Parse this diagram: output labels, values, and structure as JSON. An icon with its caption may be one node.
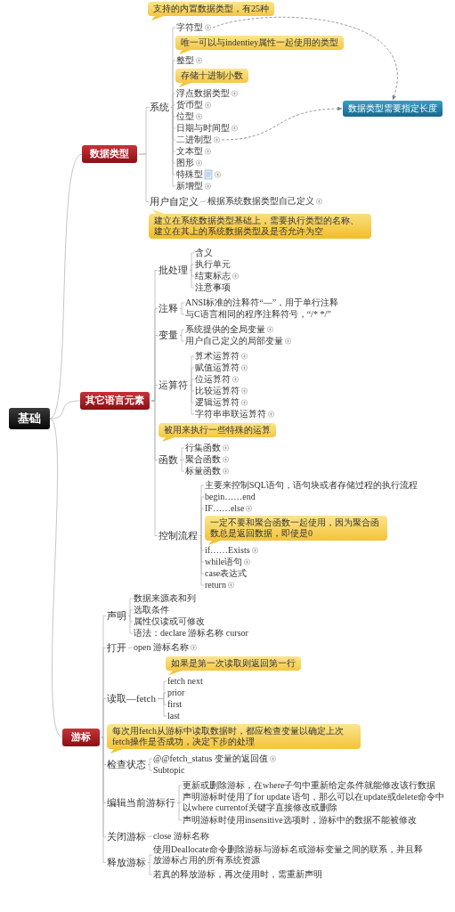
{
  "diagram": {
    "nodes": [
      {
        "text": [
          "基础"
        ]
      },
      {
        "text": [
          "数据类型"
        ]
      },
      {
        "text": [
          "支持的内置数据类型，有25种"
        ]
      },
      {
        "text": [
          "系统"
        ]
      },
      {
        "text": [
          "字符型"
        ]
      },
      {
        "text": [
          "唯一可以与indentiey属性一起使用的类型"
        ]
      },
      {
        "text": [
          "整型"
        ]
      },
      {
        "text": [
          "存储十进制小数"
        ]
      },
      {
        "text": [
          "浮点数据类型"
        ]
      },
      {
        "text": [
          "货币型"
        ]
      },
      {
        "text": [
          "位型"
        ]
      },
      {
        "text": [
          "日期与时间型"
        ]
      },
      {
        "text": [
          "二进制型"
        ]
      },
      {
        "text": [
          "文本型"
        ]
      },
      {
        "text": [
          "图形"
        ]
      },
      {
        "text": [
          "特殊型"
        ]
      },
      {
        "text": [
          "新增型"
        ]
      },
      {
        "text": [
          "数据类型需要指定长度"
        ]
      },
      {
        "text": [
          "用户自定义"
        ]
      },
      {
        "text": [
          "根据系统数据类型自己定义"
        ]
      },
      {
        "text": [
          "建立在系统数据类型基础上，需要执行类型的名称、建立在其上的系统数据类型及是否允许为空"
        ]
      },
      {
        "text": [
          "其它语言元素"
        ]
      },
      {
        "text": [
          "批处理"
        ]
      },
      {
        "text": [
          "含义"
        ]
      },
      {
        "text": [
          "执行单元"
        ]
      },
      {
        "text": [
          "结束标志"
        ]
      },
      {
        "text": [
          "注意事项"
        ]
      },
      {
        "text": [
          "注释"
        ]
      },
      {
        "text": [
          "ANSI标准的注释符“—”，用于单行注释"
        ]
      },
      {
        "text": [
          "与C语言相同的程序注释符号，“/* */”"
        ]
      },
      {
        "text": [
          "变量"
        ]
      },
      {
        "text": [
          "系统提供的全局变量"
        ]
      },
      {
        "text": [
          "用户自己定义的局部变量"
        ]
      },
      {
        "text": [
          "运算符"
        ]
      },
      {
        "text": [
          "算术运算符"
        ]
      },
      {
        "text": [
          "赋值运算符"
        ]
      },
      {
        "text": [
          "位运算符"
        ]
      },
      {
        "text": [
          "比较运算符"
        ]
      },
      {
        "text": [
          "逻辑运算符"
        ]
      },
      {
        "text": [
          "字符串串联运算符"
        ]
      },
      {
        "text": [
          "被用来执行一些特殊的运算"
        ]
      },
      {
        "text": [
          "函数"
        ]
      },
      {
        "text": [
          "行集函数"
        ]
      },
      {
        "text": [
          "聚合函数"
        ]
      },
      {
        "text": [
          "标量函数"
        ]
      },
      {
        "text": [
          "控制流程"
        ]
      },
      {
        "text": [
          "主要来控制SQL语句，语句块或者存储过程的执行流程"
        ]
      },
      {
        "text": [
          "begin……end"
        ]
      },
      {
        "text": [
          "IF……else"
        ]
      },
      {
        "text": [
          "一定不要和聚合函数一起使用，因为聚合函数总是返回数据，即使是0"
        ]
      },
      {
        "text": [
          "if……Exists"
        ]
      },
      {
        "text": [
          "while语句"
        ]
      },
      {
        "text": [
          "case表达式"
        ]
      },
      {
        "text": [
          "return"
        ]
      },
      {
        "text": [
          "游标"
        ]
      },
      {
        "text": [
          "声明"
        ]
      },
      {
        "text": [
          "数据来源表和列"
        ]
      },
      {
        "text": [
          "选取条件"
        ]
      },
      {
        "text": [
          "属性仅读或可修改"
        ]
      },
      {
        "text": [
          "语法：declare 游标名称 cursor"
        ]
      },
      {
        "text": [
          "打开"
        ]
      },
      {
        "text": [
          "open 游标名称"
        ]
      },
      {
        "text": [
          "读取—fetch"
        ]
      },
      {
        "text": [
          "如果是第一次读取则返回第一行"
        ]
      },
      {
        "text": [
          "fetch next"
        ]
      },
      {
        "text": [
          "prior"
        ]
      },
      {
        "text": [
          "first"
        ]
      },
      {
        "text": [
          "last"
        ]
      },
      {
        "text": [
          "每次用fetch从游标中读取数据时，都应检查变量以确定上次fetch操作是否成功，决定下步的处理"
        ]
      },
      {
        "text": [
          "检查状态"
        ]
      },
      {
        "text": [
          "@@fetch_status 变量的返回值"
        ]
      },
      {
        "text": [
          "Subtopic"
        ]
      },
      {
        "text": [
          "编辑当前游标行"
        ]
      },
      {
        "text": [
          "更新或删除游标，在where子句中重新给定条件就能修改该行数据"
        ]
      },
      {
        "text": [
          "声明游标时使用了for update 语句，那么可以在update或delete命令中以where currentof关键字直接修改或删除"
        ]
      },
      {
        "text": [
          "声明游标时使用insensitive选项时，游标中的数据不能被修改"
        ]
      },
      {
        "text": [
          "关闭游标"
        ]
      },
      {
        "text": [
          "close 游标名称"
        ]
      },
      {
        "text": [
          "释放游标"
        ]
      },
      {
        "text": [
          "使用Deallocate命令删除游标与游标名或游标变量之间的联系，并且释放游标占用的所有系统资源"
        ]
      },
      {
        "text": [
          "若真的释放游标，再次使用时，需重新声明"
        ]
      }
    ],
    "edges": [
      {
        "from": 0,
        "to": 1,
        "arrow": "none"
      },
      {
        "from": 0,
        "to": 21,
        "arrow": "none"
      },
      {
        "from": 0,
        "to": 54,
        "arrow": "none"
      },
      {
        "from": 1,
        "to": 3,
        "arrow": "none"
      },
      {
        "from": 1,
        "to": 18,
        "arrow": "none"
      },
      {
        "from": 3,
        "to": 4,
        "arrow": "none"
      },
      {
        "from": 3,
        "to": 6,
        "arrow": "none"
      },
      {
        "from": 3,
        "to": 8,
        "arrow": "none"
      },
      {
        "from": 3,
        "to": 9,
        "arrow": "none"
      },
      {
        "from": 3,
        "to": 10,
        "arrow": "none"
      },
      {
        "from": 3,
        "to": 11,
        "arrow": "none"
      },
      {
        "from": 3,
        "to": 12,
        "arrow": "none"
      },
      {
        "from": 3,
        "to": 13,
        "arrow": "none"
      },
      {
        "from": 3,
        "to": 14,
        "arrow": "none"
      },
      {
        "from": 3,
        "to": 15,
        "arrow": "none"
      },
      {
        "from": 3,
        "to": 16,
        "arrow": "none"
      },
      {
        "from": 18,
        "to": 19,
        "arrow": "none"
      },
      {
        "from": 21,
        "to": 22,
        "arrow": "none"
      },
      {
        "from": 21,
        "to": 27,
        "arrow": "none"
      },
      {
        "from": 21,
        "to": 30,
        "arrow": "none"
      },
      {
        "from": 21,
        "to": 33,
        "arrow": "none"
      },
      {
        "from": 21,
        "to": 41,
        "arrow": "none"
      },
      {
        "from": 21,
        "to": 45,
        "arrow": "none"
      },
      {
        "from": 22,
        "to": 23,
        "arrow": "none"
      },
      {
        "from": 22,
        "to": 24,
        "arrow": "none"
      },
      {
        "from": 22,
        "to": 25,
        "arrow": "none"
      },
      {
        "from": 22,
        "to": 26,
        "arrow": "none"
      },
      {
        "from": 27,
        "to": 28,
        "arrow": "none"
      },
      {
        "from": 27,
        "to": 29,
        "arrow": "none"
      },
      {
        "from": 30,
        "to": 31,
        "arrow": "none"
      },
      {
        "from": 30,
        "to": 32,
        "arrow": "none"
      },
      {
        "from": 33,
        "to": 34,
        "arrow": "none"
      },
      {
        "from": 33,
        "to": 35,
        "arrow": "none"
      },
      {
        "from": 33,
        "to": 36,
        "arrow": "none"
      },
      {
        "from": 33,
        "to": 37,
        "arrow": "none"
      },
      {
        "from": 33,
        "to": 38,
        "arrow": "none"
      },
      {
        "from": 33,
        "to": 39,
        "arrow": "none"
      },
      {
        "from": 41,
        "to": 42,
        "arrow": "none"
      },
      {
        "from": 41,
        "to": 43,
        "arrow": "none"
      },
      {
        "from": 41,
        "to": 44,
        "arrow": "none"
      },
      {
        "from": 45,
        "to": 46,
        "arrow": "none"
      },
      {
        "from": 45,
        "to": 47,
        "arrow": "none"
      },
      {
        "from": 45,
        "to": 48,
        "arrow": "none"
      },
      {
        "from": 45,
        "to": 50,
        "arrow": "none"
      },
      {
        "from": 45,
        "to": 51,
        "arrow": "none"
      },
      {
        "from": 45,
        "to": 52,
        "arrow": "none"
      },
      {
        "from": 45,
        "to": 53,
        "arrow": "none"
      },
      {
        "from": 54,
        "to": 55,
        "arrow": "none"
      },
      {
        "from": 54,
        "to": 60,
        "arrow": "none"
      },
      {
        "from": 54,
        "to": 62,
        "arrow": "none"
      },
      {
        "from": 54,
        "to": 69,
        "arrow": "none"
      },
      {
        "from": 54,
        "to": 72,
        "arrow": "none"
      },
      {
        "from": 54,
        "to": 76,
        "arrow": "none"
      },
      {
        "from": 54,
        "to": 78,
        "arrow": "none"
      },
      {
        "from": 55,
        "to": 56,
        "arrow": "none"
      },
      {
        "from": 55,
        "to": 57,
        "arrow": "none"
      },
      {
        "from": 55,
        "to": 58,
        "arrow": "none"
      },
      {
        "from": 55,
        "to": 59,
        "arrow": "none"
      },
      {
        "from": 60,
        "to": 61,
        "arrow": "none"
      },
      {
        "from": 62,
        "to": 64,
        "arrow": "none"
      },
      {
        "from": 62,
        "to": 65,
        "arrow": "none"
      },
      {
        "from": 62,
        "to": 66,
        "arrow": "none"
      },
      {
        "from": 62,
        "to": 67,
        "arrow": "none"
      },
      {
        "from": 69,
        "to": 70,
        "arrow": "none"
      },
      {
        "from": 69,
        "to": 71,
        "arrow": "none"
      },
      {
        "from": 72,
        "to": 73,
        "arrow": "none"
      },
      {
        "from": 72,
        "to": 74,
        "arrow": "none"
      },
      {
        "from": 72,
        "to": 75,
        "arrow": "none"
      },
      {
        "from": 76,
        "to": 77,
        "arrow": "none"
      },
      {
        "from": 78,
        "to": 79,
        "arrow": "none"
      },
      {
        "from": 78,
        "to": 80,
        "arrow": "none"
      },
      {
        "from": 4,
        "to": 17,
        "arrow": "to",
        "style": "dashed",
        "color": "#808080"
      },
      {
        "from": 12,
        "to": 17,
        "arrow": "to",
        "style": "dashed",
        "color": "#808080"
      }
    ]
  }
}
